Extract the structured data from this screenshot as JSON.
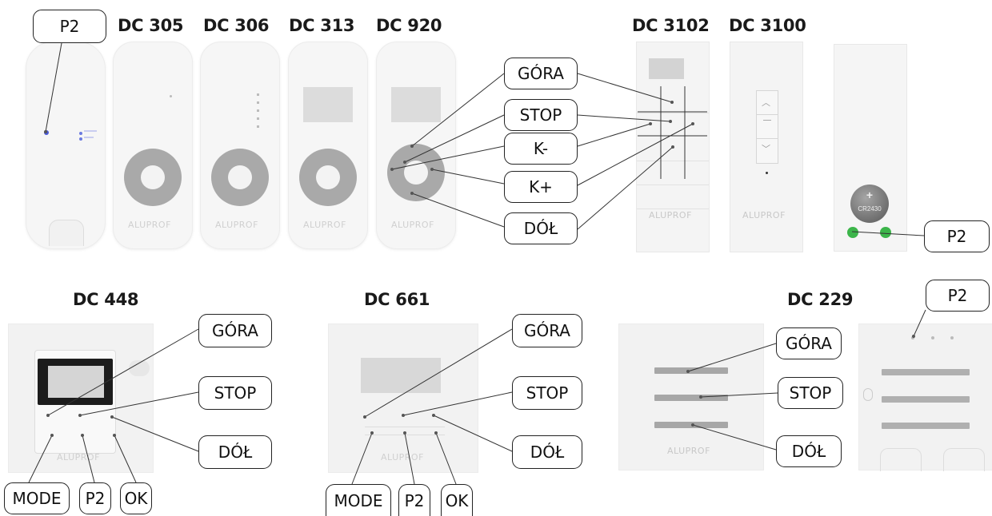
{
  "headings": {
    "dc305": "DC 305",
    "dc306": "DC 306",
    "dc313": "DC 313",
    "dc920": "DC 920",
    "dc3102": "DC 3102",
    "dc3100": "DC 3100",
    "dc448": "DC 448",
    "dc661": "DC 661",
    "dc229": "DC 229"
  },
  "callouts": {
    "p2_top_left": "P2",
    "gora_920": "GÓRA",
    "stop_920": "STOP",
    "kminus_920": "K-",
    "kplus_920": "K+",
    "dol_920": "DÓŁ",
    "p2_battery": "P2",
    "gora_448": "GÓRA",
    "stop_448": "STOP",
    "dol_448": "DÓŁ",
    "mode_448": "MODE",
    "p2_448": "P2",
    "ok_448": "OK",
    "gora_661": "GÓRA",
    "stop_661": "STOP",
    "dol_661": "DÓŁ",
    "mode_661": "MODE",
    "p2_661": "P2",
    "ok_661": "OK",
    "gora_229": "GÓRA",
    "stop_229": "STOP",
    "dol_229": "DÓŁ",
    "p2_229": "P2"
  },
  "device_text": {
    "brand": "ALUPROF",
    "battery_label": "CR2430",
    "battery_plus": "+"
  },
  "colors": {
    "led_blue": "#4a5ad8",
    "contact_green": "#3cb54a",
    "ring_gray": "#a9a9a9",
    "screen_black": "#1c1c1c"
  }
}
